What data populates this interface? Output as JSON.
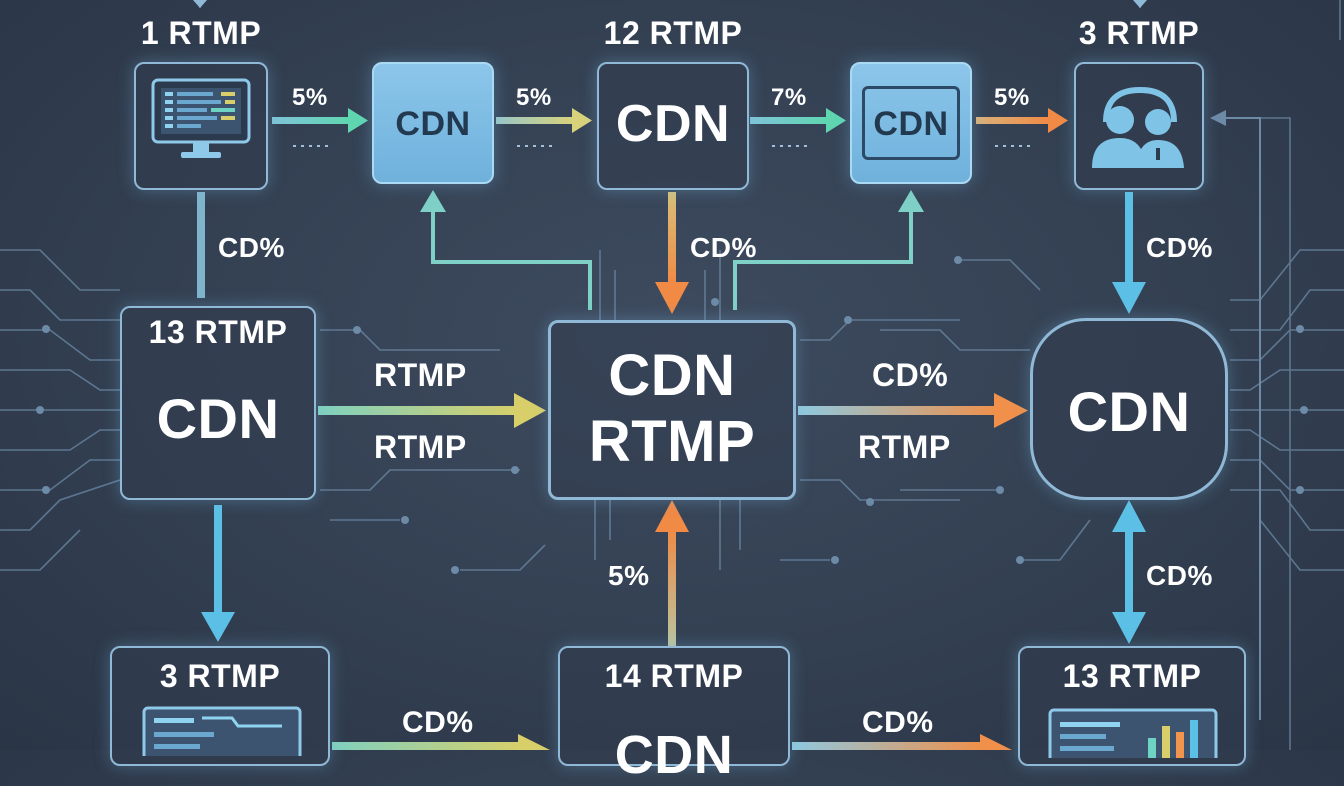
{
  "nodes": {
    "n1": {
      "title": "1 RTMP"
    },
    "n2": {
      "label": "CDN"
    },
    "n3": {
      "title": "12 RTMP",
      "label": "CDN"
    },
    "n4": {
      "label": "CDN"
    },
    "n5": {
      "title": "3 RTMP"
    },
    "n6": {
      "title": "13 RTMP",
      "label": "CDN"
    },
    "n7": {
      "line1": "CDN",
      "line2": "RTMP"
    },
    "n8": {
      "label": "CDN"
    },
    "n9": {
      "title": "3 RTMP"
    },
    "n10": {
      "title": "14 RTMP",
      "label": "CDN"
    },
    "n11": {
      "title": "13 RTMP"
    }
  },
  "edges": {
    "e_n1_n2": "5%",
    "e_n2_n3": "5%",
    "e_n3_n4": "7%",
    "e_n4_n5": "5%",
    "e_n1_n6": "CD%",
    "e_n3_n7": "CD%",
    "e_n5_n8": "CD%",
    "e_n6_n7_top": "RTMP",
    "e_n6_n7_bottom": "RTMP",
    "e_n7_n8_top": "CD%",
    "e_n7_n8_bottom": "RTMP",
    "e_n10_n7": "5%",
    "e_n8_n11": "CD%",
    "e_n9_n10": "CD%",
    "e_n10_n11": "CD%"
  },
  "colors": {
    "background": "#334052",
    "node_border": "#8fb9d6",
    "node_light_fill": "#7dbde4",
    "arrow_teal": "#6fd3c4",
    "arrow_blue": "#5cc0e6",
    "arrow_orange": "#f0944e",
    "arrow_yellow": "#d8d27a",
    "circuit_line": "#6d8aa6"
  },
  "icons": [
    "monitor-icon",
    "support-users-icon",
    "dashboard-icon",
    "chart-screen-icon"
  ]
}
